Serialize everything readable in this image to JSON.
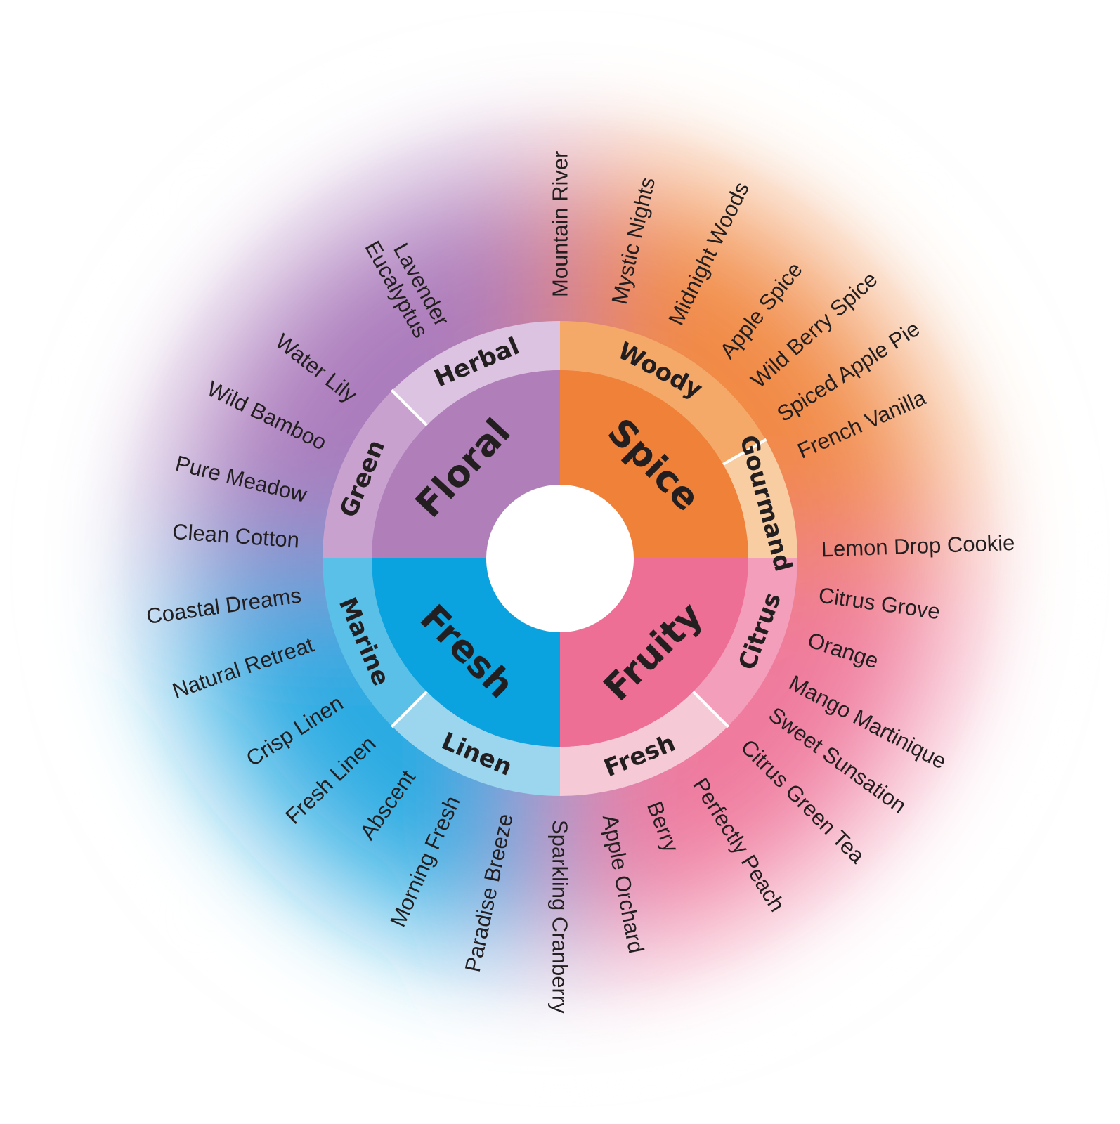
{
  "wheel": {
    "families": [
      {
        "id": "floral",
        "label": "Floral",
        "color": "#b07fba",
        "glow": "#a470b6",
        "subs": [
          {
            "label": "Green",
            "color": "#c8a1cf"
          },
          {
            "label": "Herbal",
            "color": "#dcc3e1"
          }
        ]
      },
      {
        "id": "spice",
        "label": "Spice",
        "color": "#f08138",
        "glow": "#f07f35",
        "subs": [
          {
            "label": "Woody",
            "color": "#f4a968"
          },
          {
            "label": "Gourmand",
            "color": "#f8cda2"
          }
        ]
      },
      {
        "id": "fruity",
        "label": "Fruity",
        "color": "#ee6f96",
        "glow": "#ee6f96",
        "subs": [
          {
            "label": "Citrus",
            "color": "#f39ebb"
          },
          {
            "label": "Fresh",
            "color": "#f5cad6"
          }
        ]
      },
      {
        "id": "fresh",
        "label": "Fresh",
        "color": "#0aa3df",
        "glow": "#15a3e0",
        "subs": [
          {
            "label": "Marine",
            "color": "#5bc0e8"
          },
          {
            "label": "Linen",
            "color": "#9bd5ee"
          }
        ]
      }
    ],
    "scents": [
      "Mountain River",
      "Mystic Nights",
      "Midnight Woods",
      "Apple Spice",
      "Wild Berry Spice",
      "Spiced Apple Pie",
      "French Vanilla",
      "Lemon Drop Cookie",
      "Citrus Grove",
      "Orange",
      "Mango Martinique",
      "Sweet Sunsation",
      "Citrus Green Tea",
      "Perfectly Peach",
      "Berry",
      "Apple Orchard",
      "Sparkling Cranberry",
      "Paradise Breeze",
      "Morning Fresh",
      "Abscent",
      "Fresh Linen",
      "Crisp Linen",
      "Natural Retreat",
      "Coastal Dreams",
      "Clean Cotton",
      "Pure Meadow",
      "Wild Bamboo",
      "Water Lily",
      "Lavender Eucalyptus"
    ]
  }
}
